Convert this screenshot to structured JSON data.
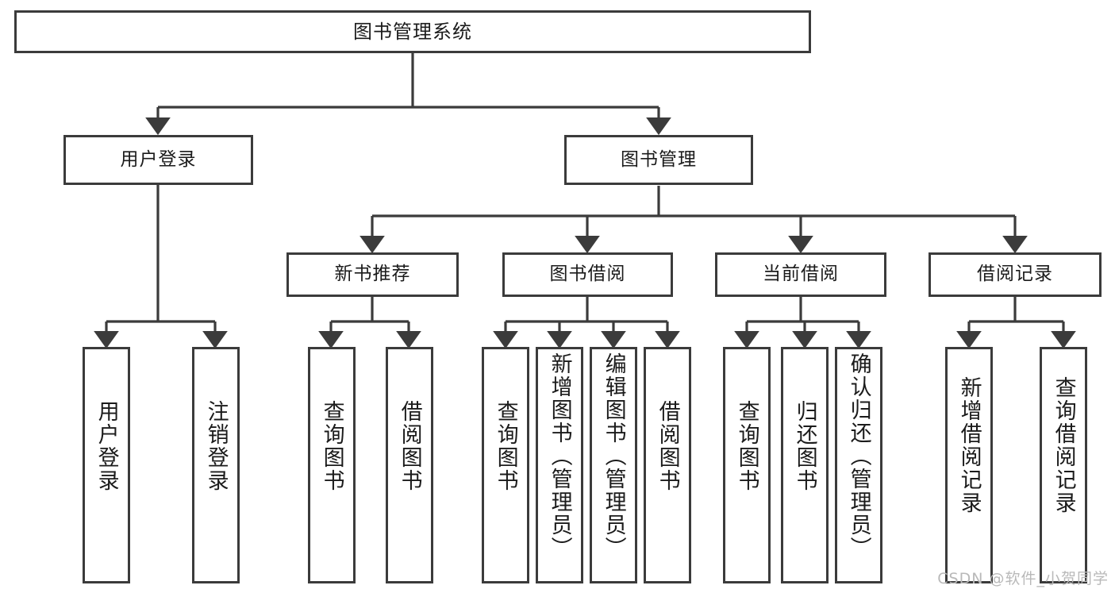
{
  "diagram": {
    "title": "图书管理系统",
    "watermark": "CSDN @软件_小贺同学",
    "line_color": "#3b3b3b",
    "text_color": "#1b1b1b",
    "background": "#ffffff",
    "nodes": {
      "root": "图书管理系统",
      "user_login": "用户登录",
      "book_manage": "图书管理",
      "new_book_rec": "新书推荐",
      "book_borrow": "图书借阅",
      "current_borrow": "当前借阅",
      "borrow_record": "借阅记录",
      "leaf_user_login": "用户登录",
      "leaf_user_logout": "注销登录",
      "leaf_rec_query": "查询图书",
      "leaf_rec_borrow": "借阅图书",
      "leaf_borrow_query": "查询图书",
      "leaf_borrow_add": "新增图书（管理员）",
      "leaf_borrow_edit": "编辑图书（管理员）",
      "leaf_borrow_borrow": "借阅图书",
      "leaf_cur_query": "查询图书",
      "leaf_cur_return": "归还图书",
      "leaf_cur_confirm": "确认归还（管理员）",
      "leaf_rec_add": "新增借阅记录",
      "leaf_rec_search": "查询借阅记录"
    }
  },
  "chart_data": {
    "type": "diagram",
    "subtype": "tree-hierarchy",
    "title": "图书管理系统",
    "levels": 4,
    "tree": {
      "label": "图书管理系统",
      "children": [
        {
          "label": "用户登录",
          "children": [
            {
              "label": "用户登录",
              "children": []
            },
            {
              "label": "注销登录",
              "children": []
            }
          ]
        },
        {
          "label": "图书管理",
          "children": [
            {
              "label": "新书推荐",
              "children": [
                {
                  "label": "查询图书",
                  "children": []
                },
                {
                  "label": "借阅图书",
                  "children": []
                }
              ]
            },
            {
              "label": "图书借阅",
              "children": [
                {
                  "label": "查询图书",
                  "children": []
                },
                {
                  "label": "新增图书（管理员）",
                  "children": []
                },
                {
                  "label": "编辑图书（管理员）",
                  "children": []
                },
                {
                  "label": "借阅图书",
                  "children": []
                }
              ]
            },
            {
              "label": "当前借阅",
              "children": [
                {
                  "label": "查询图书",
                  "children": []
                },
                {
                  "label": "归还图书",
                  "children": []
                },
                {
                  "label": "确认归还（管理员）",
                  "children": []
                }
              ]
            },
            {
              "label": "借阅记录",
              "children": [
                {
                  "label": "新增借阅记录",
                  "children": []
                },
                {
                  "label": "查询借阅记录",
                  "children": []
                }
              ]
            }
          ]
        }
      ]
    }
  }
}
